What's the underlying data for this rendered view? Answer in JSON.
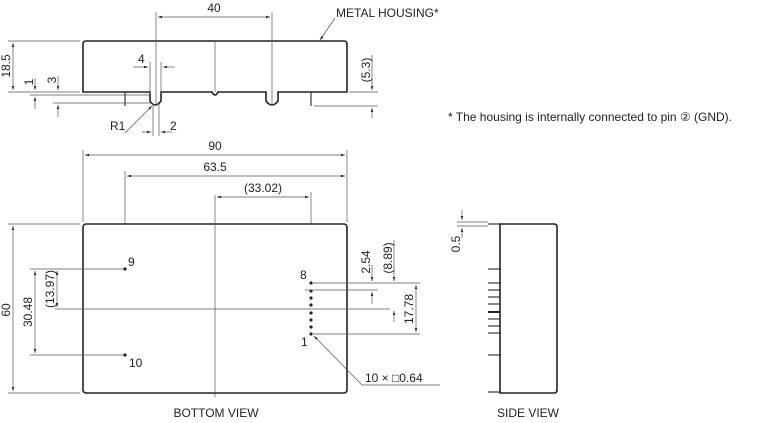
{
  "top_view": {
    "housing_label": "METAL HOUSING*",
    "dims": {
      "width_40": "40",
      "height": "18.5",
      "d1": "1",
      "d3": "3",
      "d4": "4",
      "radius": "R1",
      "d2": "2",
      "pin_len": "(5.3)"
    }
  },
  "footnote": "* The housing is internally connected to pin ② (GND).",
  "bottom_view": {
    "title": "BOTTOM VIEW",
    "dims": {
      "w90": "90",
      "w63_5": "63.5",
      "w33_02": "(33.02)",
      "h60": "60",
      "h30_48": "30.48",
      "h13_97": "(13.97)",
      "p2_54": "2.54",
      "p8_89": "(8.89)",
      "p17_78": "17.78",
      "pin_size": "10 × □0.64"
    },
    "pins": {
      "p9": "9",
      "p10": "10",
      "p8": "8",
      "p1": "1"
    }
  },
  "side_view": {
    "title": "SIDE VIEW",
    "dim": "0.5"
  }
}
